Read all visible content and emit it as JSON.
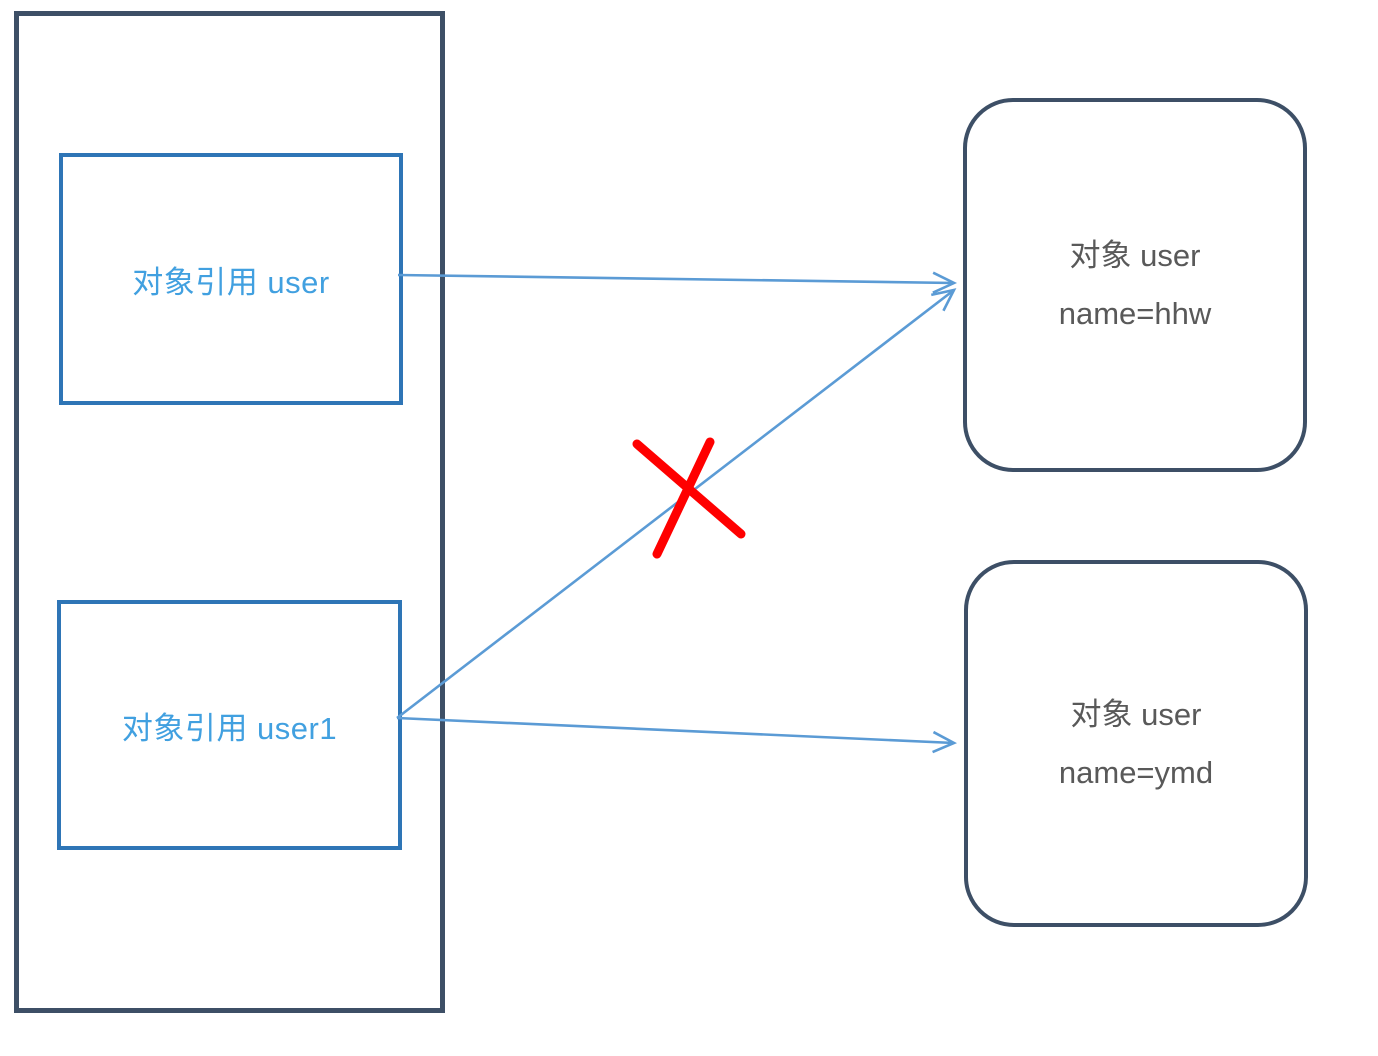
{
  "diagram": {
    "title_hidden": "",
    "stack_frame": {
      "references": [
        {
          "label": "对象引用 user"
        },
        {
          "label": "对象引用 user1"
        }
      ]
    },
    "heap_objects": [
      {
        "line1": "对象 user",
        "line2": "name=hhw"
      },
      {
        "line1": "对象 user",
        "line2": "name=ymd"
      }
    ],
    "colors": {
      "frame_border": "#3D4F66",
      "ref_border": "#2E75B6",
      "ref_text": "#41A0E0",
      "object_border": "#3D4F66",
      "object_text": "#595959",
      "arrow": "#5B9BD5",
      "cross": "#FF0000"
    }
  }
}
